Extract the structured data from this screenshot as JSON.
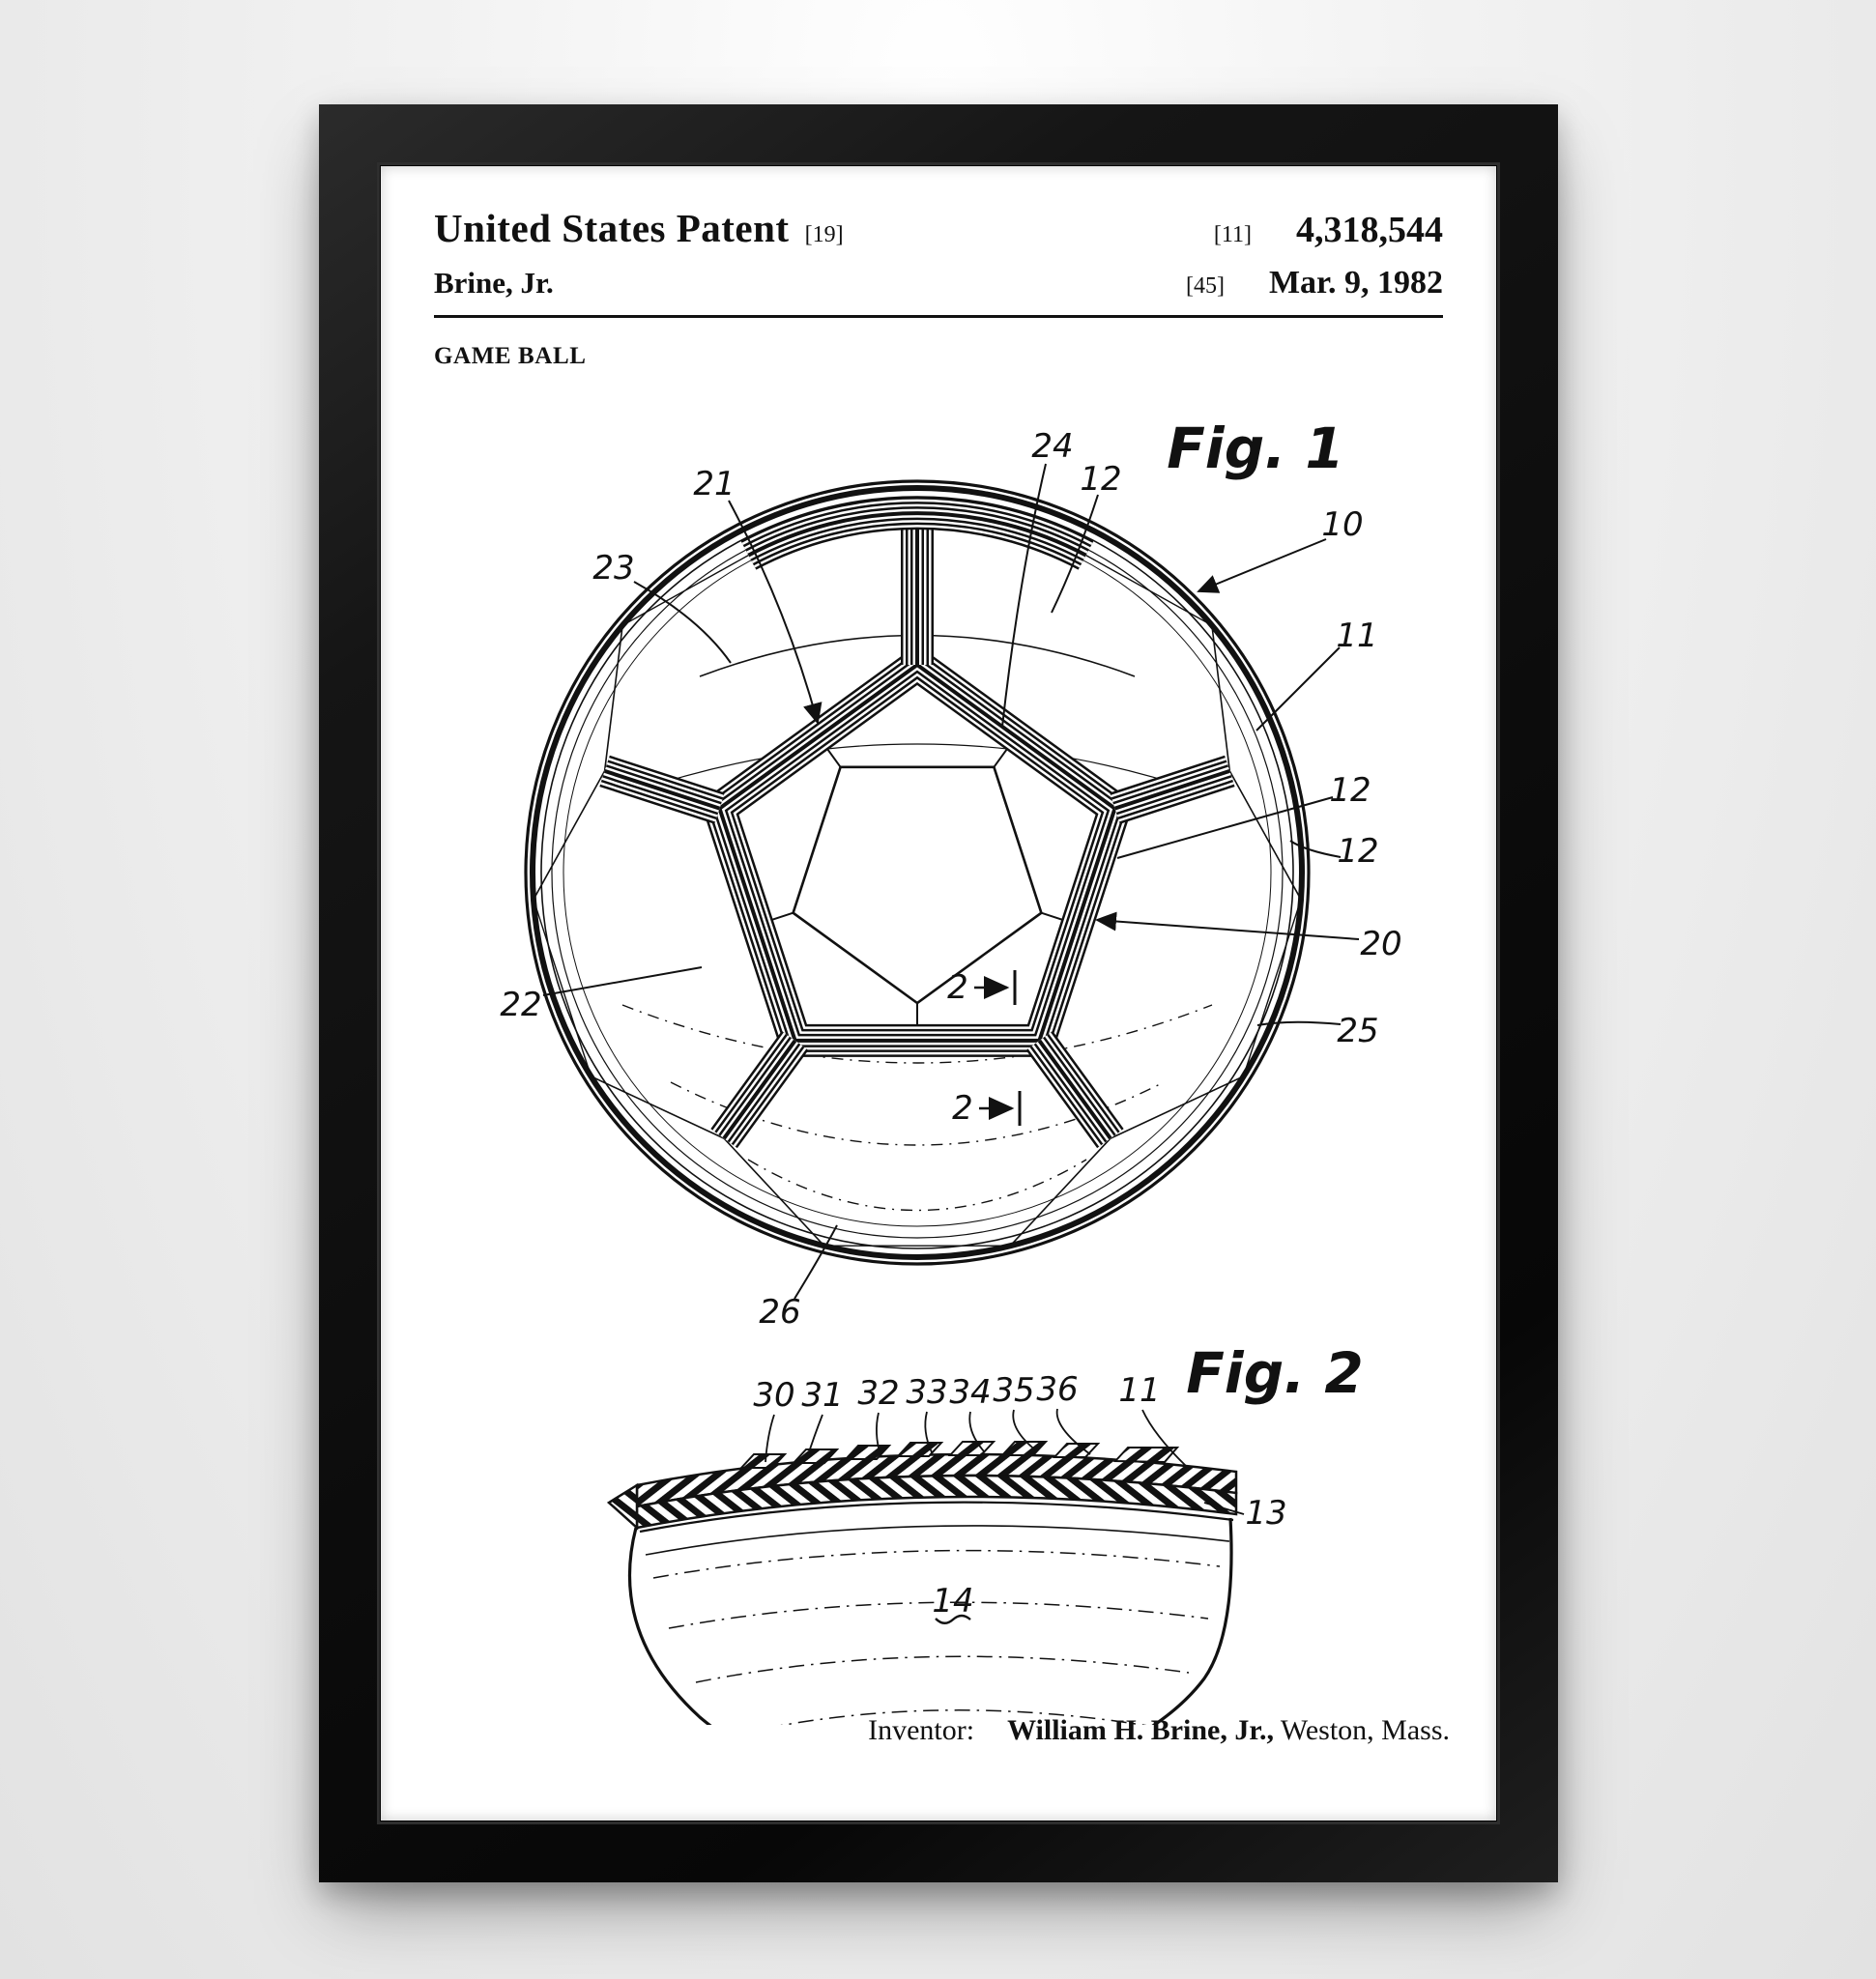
{
  "patent": {
    "title": "United States Patent",
    "title_code": "[19]",
    "number_code": "[11]",
    "number": "4,318,544",
    "inventor_short": "Brine, Jr.",
    "date_code": "[45]",
    "date": "Mar. 9, 1982",
    "doc_title": "GAME BALL"
  },
  "fig1": {
    "title": "Fig. 1",
    "section_label": "2",
    "labels": [
      "21",
      "23",
      "24",
      "12",
      "10",
      "11",
      "12",
      "12",
      "20",
      "25",
      "22",
      "26"
    ]
  },
  "fig2": {
    "title": "Fig. 2",
    "labels": [
      "30",
      "31",
      "32",
      "33",
      "34",
      "35",
      "36",
      "11",
      "13",
      "14"
    ]
  },
  "footer": {
    "inventor_label": "Inventor:",
    "inventor_name": "William H. Brine, Jr.,",
    "inventor_location": "Weston, Mass."
  },
  "colors": {
    "ink": "#111111",
    "paper": "#ffffff",
    "frame": "#141414",
    "wall": "#ededed"
  }
}
